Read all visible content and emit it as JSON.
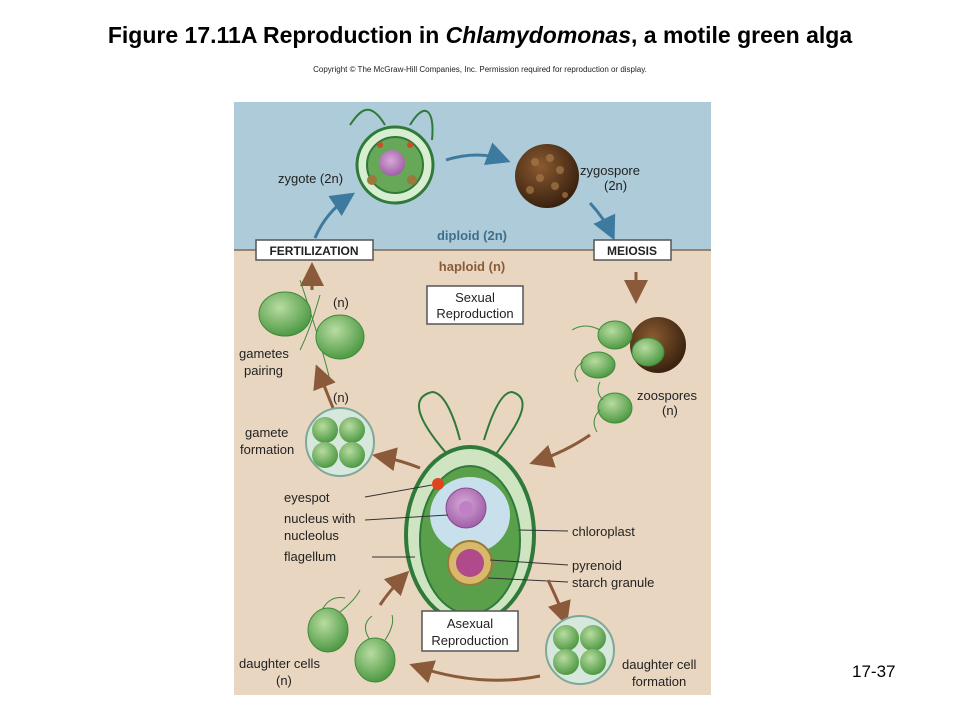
{
  "title": {
    "prefix": "Figure 17.11A Reproduction in ",
    "italic": "Chlamydomonas",
    "suffix": ", a motile green alga"
  },
  "copyright": "Copyright © The McGraw-Hill Companies, Inc. Permission required for reproduction or display.",
  "slide_number": "17-37",
  "colors": {
    "diploid_zone": "#aecbd9",
    "haploid_zone": "#e8d6c0",
    "arrow_blue": "#3d7aa0",
    "arrow_brown": "#8a5a3a",
    "cell_green": "#5aa04a"
  },
  "labels": {
    "zygote": "zygote (2n)",
    "zygospore_1": "zygospore",
    "zygospore_2": "(2n)",
    "fertilization": "FERTILIZATION",
    "meiosis": "MEIOSIS",
    "diploid": "diploid (2n)",
    "haploid": "haploid (n)",
    "sexual_1": "Sexual",
    "sexual_2": "Reproduction",
    "n_top": "(n)",
    "gametes_1": "gametes",
    "gametes_2": "pairing",
    "n_mid": "(n)",
    "gamete_form_1": "gamete",
    "gamete_form_2": "formation",
    "zoospores_1": "zoospores",
    "zoospores_2": "(n)",
    "eyespot": "eyespot",
    "nucleus_1": "nucleus with",
    "nucleus_2": "nucleolus",
    "flagellum": "flagellum",
    "chloroplast": "chloroplast",
    "pyrenoid": "pyrenoid",
    "starch": "starch granule",
    "asexual_1": "Asexual",
    "asexual_2": "Reproduction",
    "daughter_cells_1": "daughter cells",
    "daughter_cells_2": "(n)",
    "daughter_form_1": "daughter cell",
    "daughter_form_2": "formation"
  }
}
